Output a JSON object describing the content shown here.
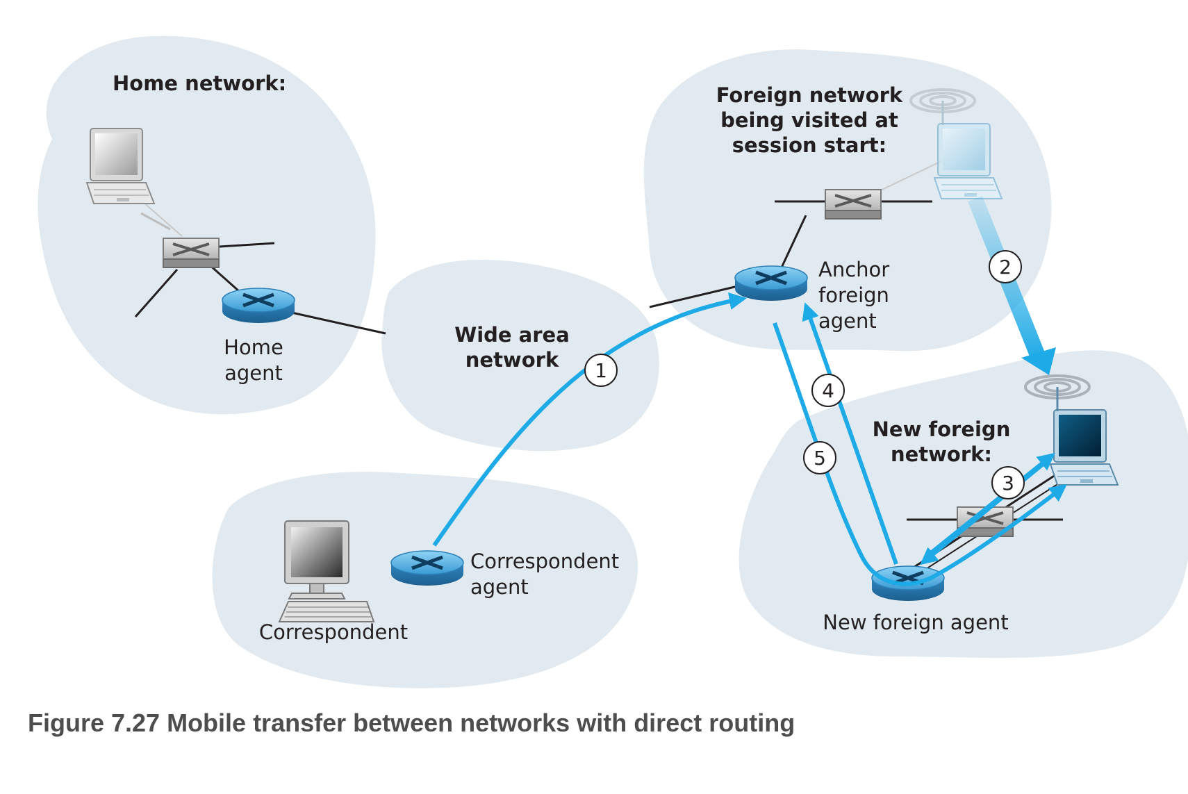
{
  "labels": {
    "home_network": "Home network:",
    "home_agent": [
      "Home",
      "agent"
    ],
    "wide_area_network": [
      "Wide area",
      "network"
    ],
    "foreign_network_start": [
      "Foreign network",
      "being visited at",
      "session start:"
    ],
    "anchor_foreign_agent": [
      "Anchor",
      "foreign",
      "agent"
    ],
    "new_foreign_network": [
      "New foreign",
      "network:"
    ],
    "new_foreign_agent": "New foreign agent",
    "correspondent_agent": [
      "Correspondent",
      "agent"
    ],
    "correspondent": "Correspondent"
  },
  "steps": [
    "1",
    "2",
    "3",
    "4",
    "5"
  ],
  "caption": "Figure 7.27 Mobile transfer between networks with direct routing",
  "colors": {
    "cloud": "#e1eaf0",
    "arrow": "#1eaae6",
    "router": "#4aa3d6",
    "text": "#231f20",
    "caption": "#4d4d4d"
  }
}
